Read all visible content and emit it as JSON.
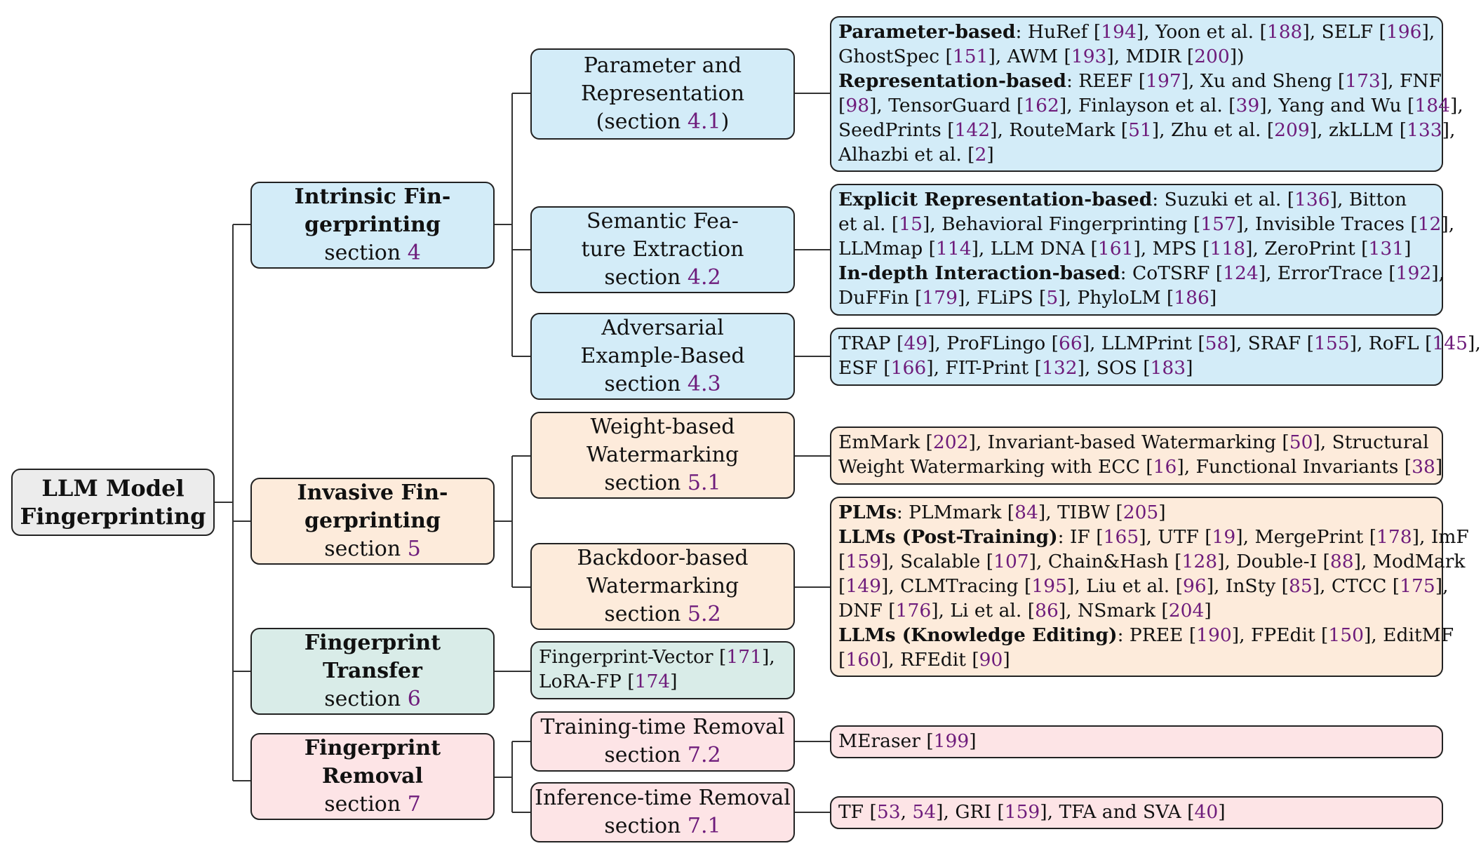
{
  "root": {
    "line1": "LLM Model",
    "line2": "Fingerprinting"
  },
  "categories": [
    {
      "id": "intrinsic",
      "line1": "Intrinsic Fin-",
      "line2": "gerprinting",
      "sec_prefix": "section ",
      "sec_num": "4"
    },
    {
      "id": "invasive",
      "line1": "Invasive Fin-",
      "line2": "gerprinting",
      "sec_prefix": "section ",
      "sec_num": "5"
    },
    {
      "id": "transfer",
      "line1": "Fingerprint",
      "line2": "Transfer",
      "sec_prefix": "section ",
      "sec_num": "6"
    },
    {
      "id": "removal",
      "line1": "Fingerprint",
      "line2": "Removal",
      "sec_prefix": "section ",
      "sec_num": "7"
    }
  ],
  "subcategories": [
    {
      "id": "param",
      "line1": "Parameter and",
      "line2": "Representation",
      "sec_prefix": "(section ",
      "sec_num": "4.1",
      "sec_suffix": ")"
    },
    {
      "id": "semantic",
      "line1": "Semantic Fea-",
      "line2": "ture Extraction",
      "sec_prefix": "section ",
      "sec_num": "4.2",
      "sec_suffix": ""
    },
    {
      "id": "adversarial",
      "line1": "Adversarial",
      "line2": "Example-Based",
      "sec_prefix": "section ",
      "sec_num": "4.3",
      "sec_suffix": ""
    },
    {
      "id": "weight",
      "line1": "Weight-based",
      "line2": "Watermarking",
      "sec_prefix": "section ",
      "sec_num": "5.1",
      "sec_suffix": ""
    },
    {
      "id": "backdoor",
      "line1": "Backdoor-based",
      "line2": "Watermarking",
      "sec_prefix": "section ",
      "sec_num": "5.2",
      "sec_suffix": ""
    },
    {
      "id": "training",
      "line1": "Training-time Removal",
      "line2": "",
      "sec_prefix": "section ",
      "sec_num": "7.2",
      "sec_suffix": ""
    },
    {
      "id": "inference",
      "line1": "Inference-time Removal",
      "line2": "",
      "sec_prefix": "section ",
      "sec_num": "7.1",
      "sec_suffix": ""
    }
  ],
  "leaves": [
    {
      "id": "param",
      "lines": [
        [
          [
            "b",
            "Parameter-based"
          ],
          [
            "t",
            ": HuRef ["
          ],
          [
            "c",
            "194"
          ],
          [
            "t",
            "], Yoon et al. ["
          ],
          [
            "c",
            "188"
          ],
          [
            "t",
            "], SELF ["
          ],
          [
            "c",
            "196"
          ],
          [
            "t",
            "],"
          ]
        ],
        [
          [
            "t",
            "GhostSpec ["
          ],
          [
            "c",
            "151"
          ],
          [
            "t",
            "], AWM ["
          ],
          [
            "c",
            "193"
          ],
          [
            "t",
            "], MDIR ["
          ],
          [
            "c",
            "200"
          ],
          [
            "t",
            "])"
          ]
        ],
        [
          [
            "b",
            "Representation-based"
          ],
          [
            "t",
            ": REEF ["
          ],
          [
            "c",
            "197"
          ],
          [
            "t",
            "], Xu and Sheng ["
          ],
          [
            "c",
            "173"
          ],
          [
            "t",
            "], FNF"
          ]
        ],
        [
          [
            "t",
            "["
          ],
          [
            "c",
            "98"
          ],
          [
            "t",
            "], TensorGuard ["
          ],
          [
            "c",
            "162"
          ],
          [
            "t",
            "], Finlayson et al. ["
          ],
          [
            "c",
            "39"
          ],
          [
            "t",
            "], Yang and Wu ["
          ],
          [
            "c",
            "184"
          ],
          [
            "t",
            "],"
          ]
        ],
        [
          [
            "t",
            "SeedPrints ["
          ],
          [
            "c",
            "142"
          ],
          [
            "t",
            "], RouteMark ["
          ],
          [
            "c",
            "51"
          ],
          [
            "t",
            "], Zhu et al. ["
          ],
          [
            "c",
            "209"
          ],
          [
            "t",
            "], zkLLM ["
          ],
          [
            "c",
            "133"
          ],
          [
            "t",
            "],"
          ]
        ],
        [
          [
            "t",
            "Alhazbi et al. ["
          ],
          [
            "c",
            "2"
          ],
          [
            "t",
            "]"
          ]
        ]
      ]
    },
    {
      "id": "semantic",
      "lines": [
        [
          [
            "b",
            "Explicit Representation-based"
          ],
          [
            "t",
            ": Suzuki et al. ["
          ],
          [
            "c",
            "136"
          ],
          [
            "t",
            "], Bitton"
          ]
        ],
        [
          [
            "t",
            "et al. ["
          ],
          [
            "c",
            "15"
          ],
          [
            "t",
            "], Behavioral Fingerprinting ["
          ],
          [
            "c",
            "157"
          ],
          [
            "t",
            "], Invisible Traces ["
          ],
          [
            "c",
            "12"
          ],
          [
            "t",
            "],"
          ]
        ],
        [
          [
            "t",
            "LLMmap ["
          ],
          [
            "c",
            "114"
          ],
          [
            "t",
            "], LLM DNA ["
          ],
          [
            "c",
            "161"
          ],
          [
            "t",
            "], MPS ["
          ],
          [
            "c",
            "118"
          ],
          [
            "t",
            "], ZeroPrint ["
          ],
          [
            "c",
            "131"
          ],
          [
            "t",
            "]"
          ]
        ],
        [
          [
            "b",
            "In-depth Interaction-based"
          ],
          [
            "t",
            ": CoTSRF ["
          ],
          [
            "c",
            "124"
          ],
          [
            "t",
            "], ErrorTrace ["
          ],
          [
            "c",
            "192"
          ],
          [
            "t",
            "],"
          ]
        ],
        [
          [
            "t",
            "DuFFin ["
          ],
          [
            "c",
            "179"
          ],
          [
            "t",
            "], FLiPS ["
          ],
          [
            "c",
            "5"
          ],
          [
            "t",
            "], PhyloLM ["
          ],
          [
            "c",
            "186"
          ],
          [
            "t",
            "]"
          ]
        ]
      ]
    },
    {
      "id": "adversarial",
      "lines": [
        [
          [
            "t",
            "TRAP ["
          ],
          [
            "c",
            "49"
          ],
          [
            "t",
            "], ProFLingo ["
          ],
          [
            "c",
            "66"
          ],
          [
            "t",
            "], LLMPrint ["
          ],
          [
            "c",
            "58"
          ],
          [
            "t",
            "], SRAF ["
          ],
          [
            "c",
            "155"
          ],
          [
            "t",
            "], RoFL ["
          ],
          [
            "c",
            "145"
          ],
          [
            "t",
            "],"
          ]
        ],
        [
          [
            "t",
            "ESF ["
          ],
          [
            "c",
            "166"
          ],
          [
            "t",
            "], FIT-Print ["
          ],
          [
            "c",
            "132"
          ],
          [
            "t",
            "], SOS ["
          ],
          [
            "c",
            "183"
          ],
          [
            "t",
            "]"
          ]
        ]
      ]
    },
    {
      "id": "weight",
      "lines": [
        [
          [
            "t",
            "EmMark ["
          ],
          [
            "c",
            "202"
          ],
          [
            "t",
            "], Invariant-based Watermarking ["
          ],
          [
            "c",
            "50"
          ],
          [
            "t",
            "], Structural"
          ]
        ],
        [
          [
            "t",
            "Weight Watermarking with ECC ["
          ],
          [
            "c",
            "16"
          ],
          [
            "t",
            "], Functional Invariants ["
          ],
          [
            "c",
            "38"
          ],
          [
            "t",
            "]"
          ]
        ]
      ]
    },
    {
      "id": "backdoor",
      "lines": [
        [
          [
            "b",
            "PLMs"
          ],
          [
            "t",
            ": PLMmark ["
          ],
          [
            "c",
            "84"
          ],
          [
            "t",
            "], TIBW ["
          ],
          [
            "c",
            "205"
          ],
          [
            "t",
            "]"
          ]
        ],
        [
          [
            "b",
            "LLMs (Post-Training)"
          ],
          [
            "t",
            ": IF ["
          ],
          [
            "c",
            "165"
          ],
          [
            "t",
            "], UTF ["
          ],
          [
            "c",
            "19"
          ],
          [
            "t",
            "], MergePrint ["
          ],
          [
            "c",
            "178"
          ],
          [
            "t",
            "], ImF"
          ]
        ],
        [
          [
            "t",
            "["
          ],
          [
            "c",
            "159"
          ],
          [
            "t",
            "], Scalable ["
          ],
          [
            "c",
            "107"
          ],
          [
            "t",
            "], Chain&Hash ["
          ],
          [
            "c",
            "128"
          ],
          [
            "t",
            "], Double-I ["
          ],
          [
            "c",
            "88"
          ],
          [
            "t",
            "], ModMark"
          ]
        ],
        [
          [
            "t",
            "["
          ],
          [
            "c",
            "149"
          ],
          [
            "t",
            "], CLMTracing ["
          ],
          [
            "c",
            "195"
          ],
          [
            "t",
            "], Liu et al. ["
          ],
          [
            "c",
            "96"
          ],
          [
            "t",
            "], InSty ["
          ],
          [
            "c",
            "85"
          ],
          [
            "t",
            "], CTCC ["
          ],
          [
            "c",
            "175"
          ],
          [
            "t",
            "],"
          ]
        ],
        [
          [
            "t",
            "DNF ["
          ],
          [
            "c",
            "176"
          ],
          [
            "t",
            "], Li et al. ["
          ],
          [
            "c",
            "86"
          ],
          [
            "t",
            "], NSmark ["
          ],
          [
            "c",
            "204"
          ],
          [
            "t",
            "]"
          ]
        ],
        [
          [
            "b",
            "LLMs (Knowledge Editing)"
          ],
          [
            "t",
            ": PREE ["
          ],
          [
            "c",
            "190"
          ],
          [
            "t",
            "], FPEdit ["
          ],
          [
            "c",
            "150"
          ],
          [
            "t",
            "], EditMF"
          ]
        ],
        [
          [
            "t",
            "["
          ],
          [
            "c",
            "160"
          ],
          [
            "t",
            "], RFEdit ["
          ],
          [
            "c",
            "90"
          ],
          [
            "t",
            "]"
          ]
        ]
      ]
    },
    {
      "id": "transfer",
      "lines": [
        [
          [
            "t",
            "Fingerprint-Vector ["
          ],
          [
            "c",
            "171"
          ],
          [
            "t",
            "],"
          ]
        ],
        [
          [
            "t",
            "LoRA-FP ["
          ],
          [
            "c",
            "174"
          ],
          [
            "t",
            "]"
          ]
        ]
      ]
    },
    {
      "id": "training",
      "lines": [
        [
          [
            "t",
            "MEraser ["
          ],
          [
            "c",
            "199"
          ],
          [
            "t",
            "]"
          ]
        ]
      ]
    },
    {
      "id": "inference",
      "lines": [
        [
          [
            "t",
            "TF ["
          ],
          [
            "c",
            "53"
          ],
          [
            "t",
            ", "
          ],
          [
            "c",
            "54"
          ],
          [
            "t",
            "], GRI ["
          ],
          [
            "c",
            "159"
          ],
          [
            "t",
            "], TFA and SVA ["
          ],
          [
            "c",
            "40"
          ],
          [
            "t",
            "]"
          ]
        ]
      ]
    }
  ],
  "colors": {
    "intrinsic": "#d3ecf8",
    "invasive": "#fdebdb",
    "transfer": "#d9ece8",
    "removal": "#fde4e6",
    "root": "#ececec",
    "citation": "#6e1c7b"
  }
}
